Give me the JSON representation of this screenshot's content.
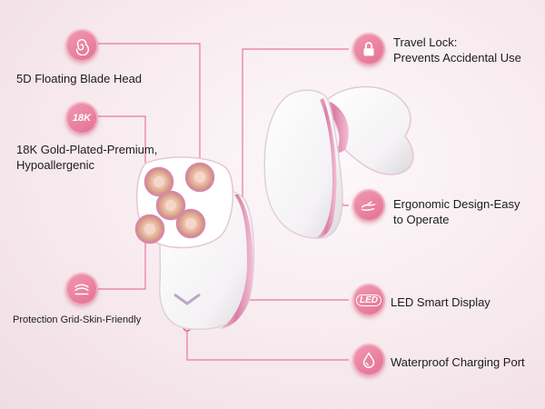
{
  "features": {
    "blade_head": {
      "label": "5D Floating Blade Head",
      "icon": "spiral-icon"
    },
    "gold_plated": {
      "label_line1": "18K Gold-Plated-Premium,",
      "label_line2": "Hypoallergenic",
      "badge_text": "18K",
      "icon": "18k-badge-icon"
    },
    "protection_grid": {
      "label": "Protection Grid-Skin-Friendly",
      "icon": "skin-layers-icon"
    },
    "travel_lock": {
      "label_line1": "Travel Lock:",
      "label_line2": "Prevents Accidental Use",
      "icon": "padlock-icon"
    },
    "ergonomic": {
      "label_line1": "Ergonomic Design-Easy",
      "label_line2": "to Operate",
      "icon": "hand-icon"
    },
    "led_display": {
      "label": "LED Smart Display",
      "badge_text": "LED",
      "icon": "led-icon"
    },
    "waterproof": {
      "label": "Waterproof Charging Port",
      "icon": "water-drop-icon"
    }
  },
  "colors": {
    "accent": "#e8789a",
    "line": "#e8789a",
    "device_body": "#ffffff",
    "device_trim": "#e9a3c0",
    "blade_ring": "#e9b8a2"
  }
}
